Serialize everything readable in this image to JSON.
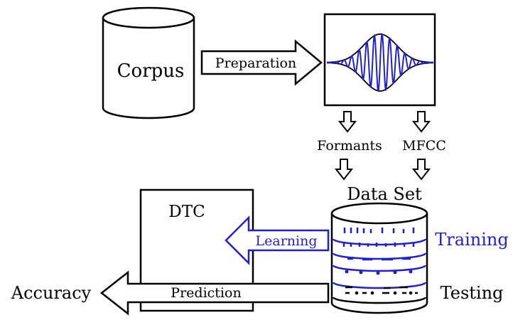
{
  "nodes": {
    "corpus": "Corpus",
    "dtc": "DTC",
    "dataset": "Data Set",
    "training": "Training",
    "testing": "Testing",
    "accuracy": "Accuracy"
  },
  "edges": {
    "preparation": "Preparation",
    "formants": "Formants",
    "mfcc": "MFCC",
    "learning": "Learning",
    "prediction": "Prediction"
  },
  "colors": {
    "ink": "#000000",
    "highlight": "#1f1fd6",
    "background": "#ffffff"
  },
  "icons": {
    "signal": "waveform-icon",
    "database": "database-icon"
  }
}
